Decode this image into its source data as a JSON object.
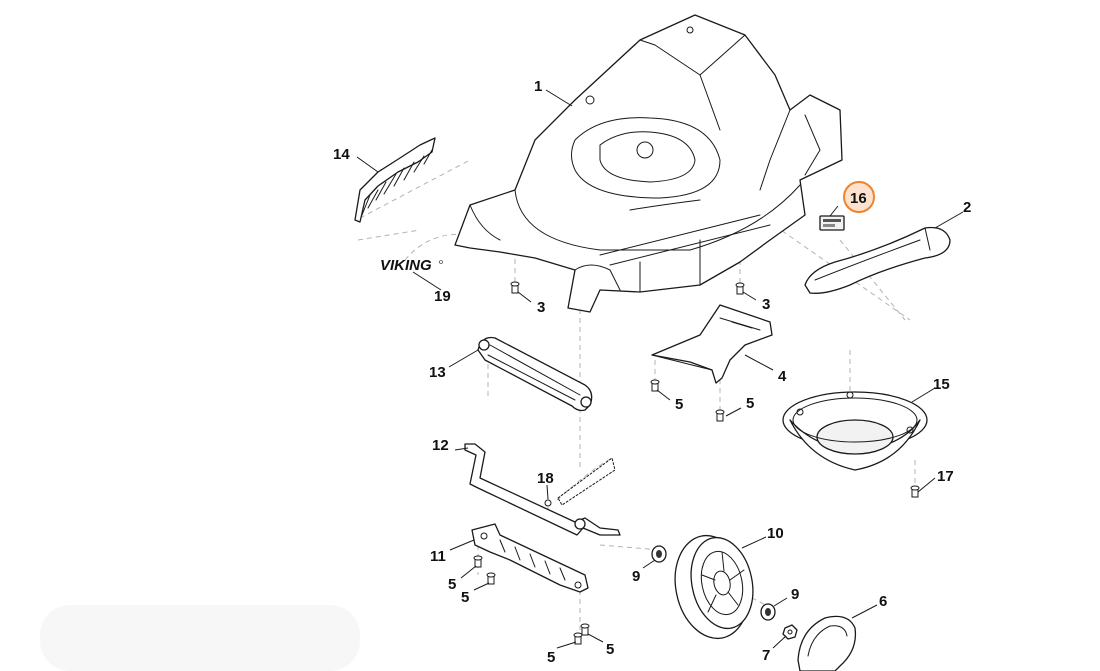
{
  "diagram": {
    "brand_logo_text": "VIKING",
    "highlight_color": "#f0822a",
    "callouts": {
      "deck": "1",
      "handle_cover": "2",
      "screw_deck_left": "3",
      "screw_deck_right": "3",
      "mulch_plate": "4",
      "screw_plate_left": "5",
      "screw_plate_right": "5",
      "screw_axle_a": "5",
      "screw_axle_b": "5",
      "screw_bottom_a": "5",
      "screw_bottom_b": "5",
      "hub_cap": "6",
      "nut": "7",
      "bushing_left": "9",
      "bushing_right": "9",
      "wheel": "10",
      "axle_bracket": "11",
      "axle": "12",
      "front_bumper": "13",
      "side_trim": "14",
      "bowl": "15",
      "label": "16",
      "screw_bowl": "17",
      "pin": "18",
      "logo": "19"
    },
    "highlighted_callout": "16"
  }
}
